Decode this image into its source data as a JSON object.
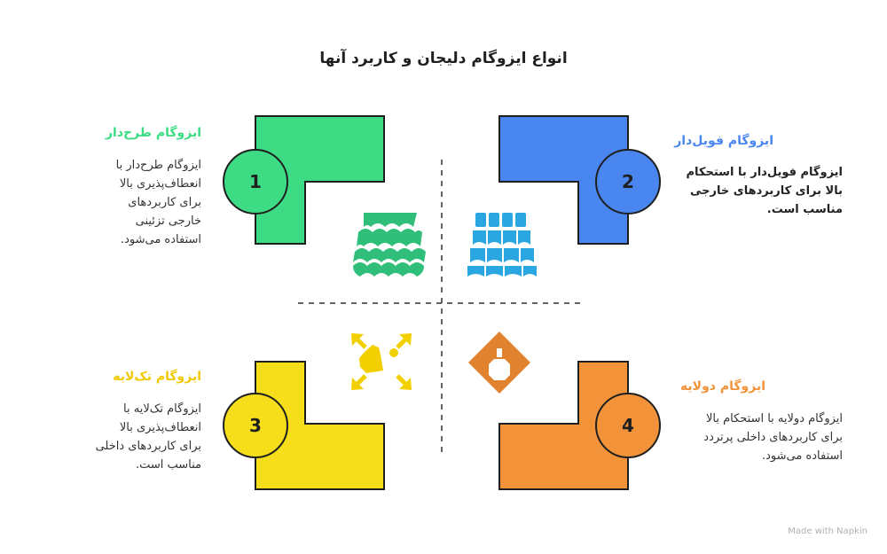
{
  "title": "انواع ایزوگام دلیجان و کاربرد آنها",
  "quadrants": [
    {
      "number": "1",
      "heading": "ایزوگام طرح‌دار",
      "color": "#3ddc84",
      "text": "ایزوگام طرح‌دار با انعطاف‌پذیری بالا برای کاربردهای خارجی تزئینی استفاده می‌شود."
    },
    {
      "number": "2",
      "heading": "ایزوگام فویل‌دار",
      "color": "#4a86f0",
      "text": "ایزوگام فویل‌دار با استحکام بالا برای کاربردهای خارجی مناسب است."
    },
    {
      "number": "3",
      "heading": "ایزوگام تک‌لایه",
      "color": "#f7de1a",
      "text": "ایزوگام تک‌لایه با انعطاف‌پذیری بالا برای کاربردهای داخلی مناسب است."
    },
    {
      "number": "4",
      "heading": "ایزوگام دولایه",
      "color": "#f2933a",
      "text": "ایزوگام دولایه با استحکام بالا برای کاربردهای داخلی پرتردد استفاده می‌شود."
    }
  ],
  "icons": [
    "scale-pattern-icon",
    "tiles-icon",
    "expand-arrows-icon",
    "diamond-octagon-icon"
  ],
  "watermark": "Made with Napkin"
}
